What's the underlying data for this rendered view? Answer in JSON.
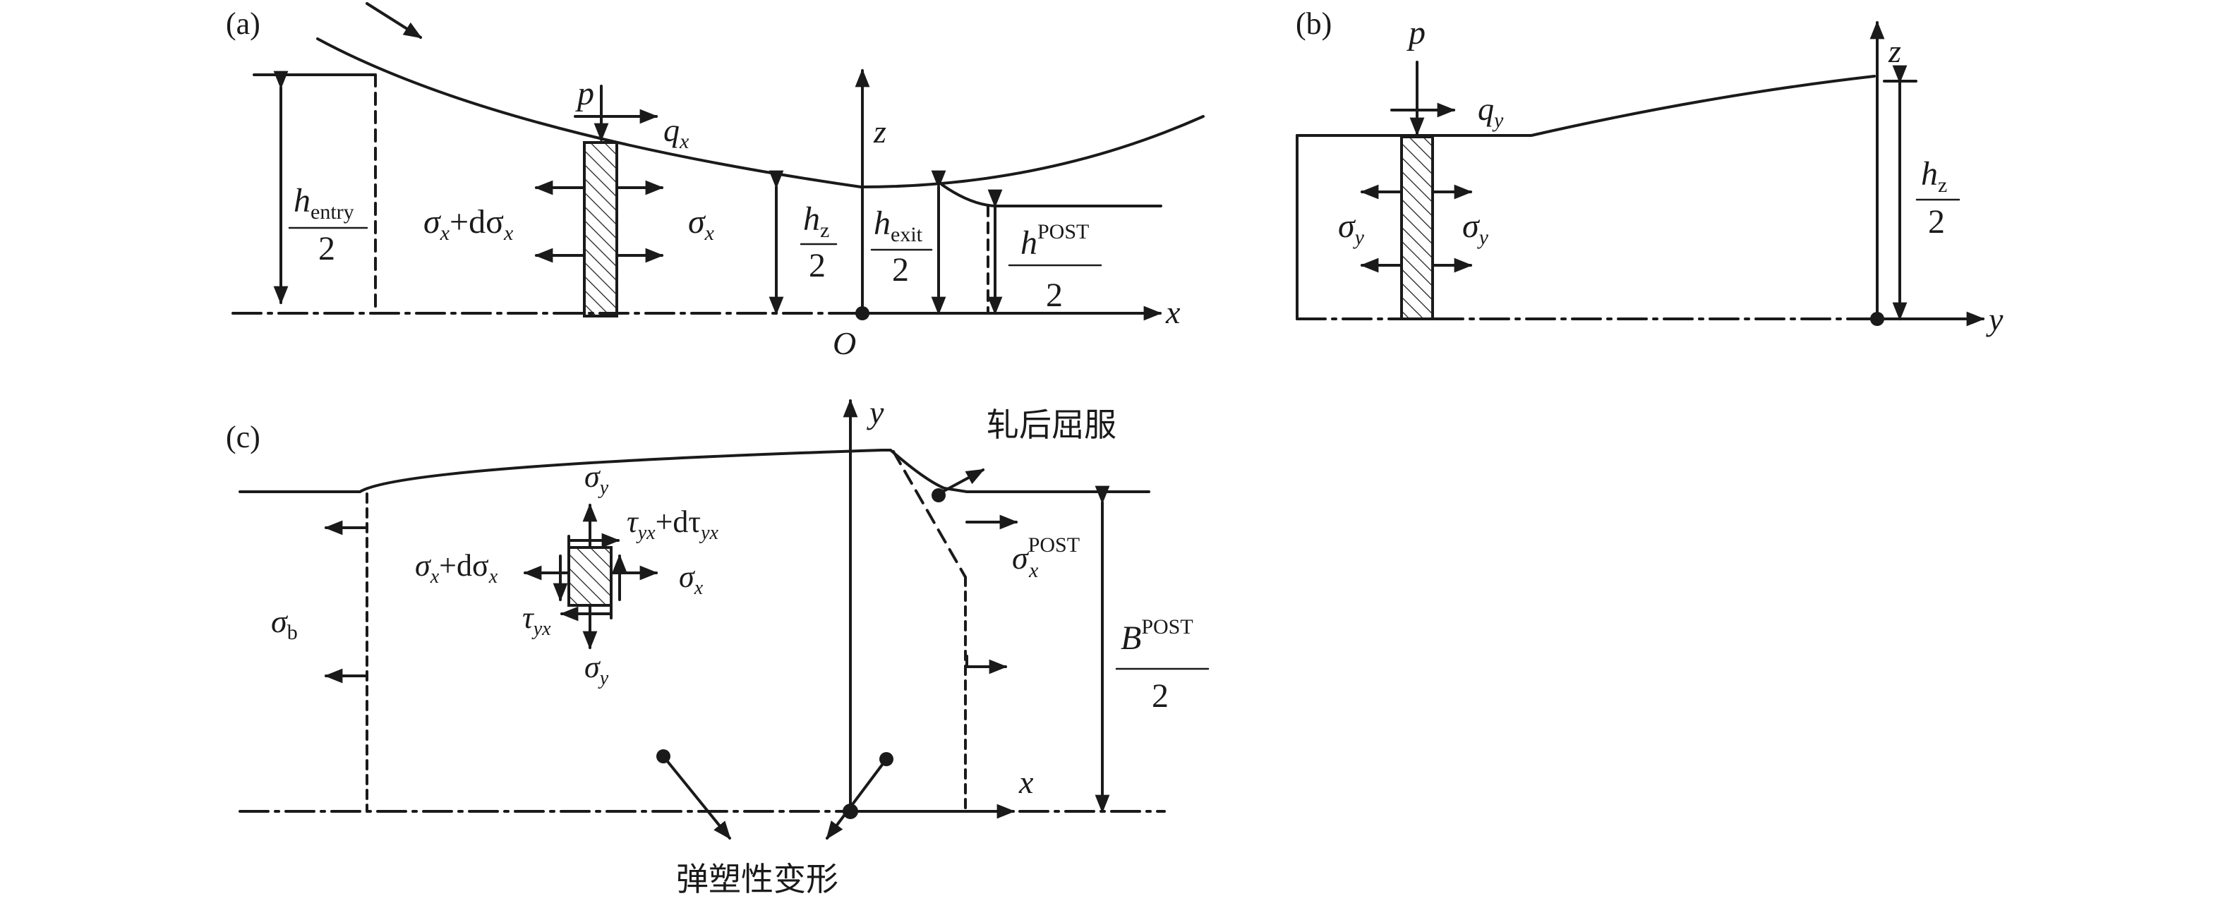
{
  "panels": {
    "a": {
      "label": "(a)",
      "p": "p",
      "qx": "q",
      "qx_sub": "x",
      "z_axis": "z",
      "x_axis": "x",
      "origin": "O",
      "h_entry": "h",
      "h_entry_sub": "entry",
      "h_entry_den": "2",
      "sigma_x_plus": "σ",
      "sigma_x_plus_sub": "x",
      "plus_d": "+dσ",
      "plus_d_sub": "x",
      "sigma_x": "σ",
      "sigma_x_sub": "x",
      "hz": "h",
      "hz_sub": "z",
      "hz_den": "2",
      "h_exit": "h",
      "h_exit_sub": "exit",
      "h_exit_den": "2",
      "h_post": "h",
      "h_post_sup": "POST",
      "h_post_den": "2"
    },
    "b": {
      "label": "(b)",
      "p": "p",
      "qy": "q",
      "qy_sub": "y",
      "z_axis": "z",
      "y_axis": "y",
      "sigma_y_left": "σ",
      "sigma_y_left_sub": "y",
      "sigma_y_right": "σ",
      "sigma_y_right_sub": "y",
      "hz": "h",
      "hz_sub": "z",
      "hz_den": "2"
    },
    "c": {
      "label": "(c)",
      "y_axis": "y",
      "x_axis": "x",
      "post_yield": "轧后屈服",
      "elastoplastic": "弹塑性变形",
      "sigma_y_top": "σ",
      "sigma_y_top_sub": "y",
      "sigma_y_bottom": "σ",
      "sigma_y_bottom_sub": "y",
      "tau_plus": "τ",
      "tau_plus_sub": "yx",
      "tau_plus_d": "+dτ",
      "tau_plus_d_sub": "yx",
      "tau": "τ",
      "tau_sub": "yx",
      "sigma_x_plus": "σ",
      "sigma_x_plus_sub": "x",
      "plus_d": "+dσ",
      "plus_d_sub": "x",
      "sigma_x": "σ",
      "sigma_x_sub": "x",
      "sigma_b": "σ",
      "sigma_b_sub": "b",
      "sigma_x_post": "σ",
      "sigma_x_post_sub": "x",
      "sigma_x_post_sup": "POST",
      "b_post": "B",
      "b_post_sup": "POST",
      "b_post_den": "2"
    }
  },
  "colors": {
    "ink": "#1a1a1a",
    "background": "#ffffff"
  }
}
